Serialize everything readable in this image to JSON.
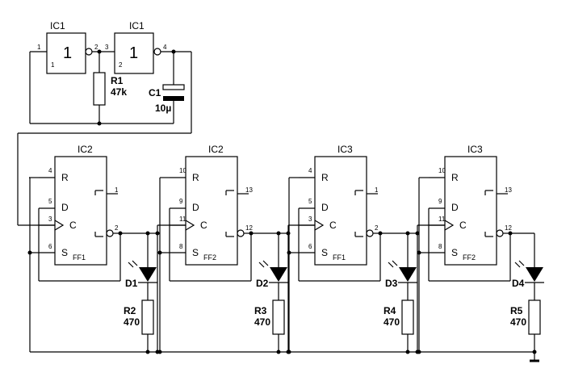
{
  "gates": [
    {
      "id": "IC1",
      "inner": "1",
      "pin_in": "1",
      "pin_out": "2",
      "in_label": "1"
    },
    {
      "id": "IC1",
      "inner": "1",
      "pin_in": "3",
      "pin_out": "4",
      "in_label": "2"
    }
  ],
  "r1": {
    "name": "R1",
    "value": "47k"
  },
  "c1": {
    "name": "C1",
    "value": "10µ"
  },
  "flipflops": [
    {
      "ic": "IC2",
      "name": "FF1",
      "pins": {
        "R": "4",
        "D": "5",
        "C": "3",
        "S": "6",
        "Qn": "2",
        "Q": "1"
      }
    },
    {
      "ic": "IC2",
      "name": "FF2",
      "pins": {
        "R": "10",
        "D": "9",
        "C": "11",
        "S": "8",
        "Qn": "12",
        "Q": "13"
      }
    },
    {
      "ic": "IC3",
      "name": "FF1",
      "pins": {
        "R": "4",
        "D": "5",
        "C": "3",
        "S": "6",
        "Qn": "2",
        "Q": "1"
      }
    },
    {
      "ic": "IC3",
      "name": "FF2",
      "pins": {
        "R": "10",
        "D": "9",
        "C": "11",
        "S": "8",
        "Qn": "12",
        "Q": "13"
      }
    }
  ],
  "ff_inputs": {
    "R": "R",
    "D": "D",
    "C": "C",
    "S": "S"
  },
  "leds": [
    "D1",
    "D2",
    "D3",
    "D4"
  ],
  "resistors": [
    {
      "name": "R2",
      "value": "470"
    },
    {
      "name": "R3",
      "value": "470"
    },
    {
      "name": "R4",
      "value": "470"
    },
    {
      "name": "R5",
      "value": "470"
    }
  ]
}
